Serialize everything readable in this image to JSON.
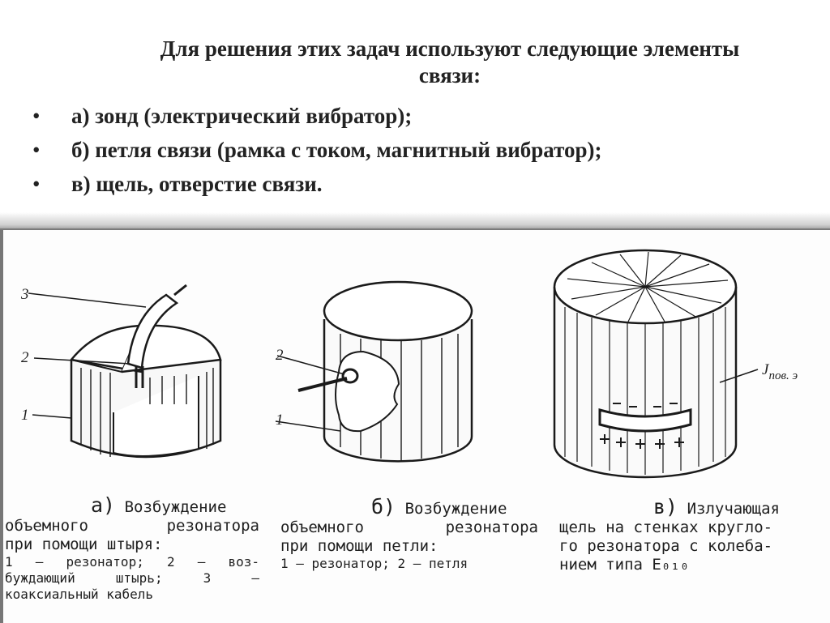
{
  "slide": {
    "heading": "Для решения этих задач используют следующие элементы связи:",
    "bullets": [
      "а) зонд (электрический вибратор);",
      "б) петля связи (рамка с током, магнитный вибратор);",
      "в) щель, отверстие связи."
    ],
    "bullet_symbol": "•"
  },
  "figure": {
    "a": {
      "labels": [
        "3",
        "2",
        "1"
      ],
      "caption_letter": "а)",
      "caption_head": "Возбуждение",
      "caption_line2_left": "объемного",
      "caption_line2_right": "резонатора",
      "caption_line3": "при помощи штыря:",
      "legend_line1": "1 — резонатор; 2 — воз-",
      "legend_line2": "буждающий штырь; 3 —",
      "legend_line3": "коаксиальный кабель"
    },
    "b": {
      "labels": [
        "2",
        "1"
      ],
      "caption_letter": "б)",
      "caption_head": "Возбуждение",
      "caption_line2_left": "объемного",
      "caption_line2_right": "резонатора",
      "caption_line3": "при помощи петли:",
      "legend_line1": "1 — резонатор; 2 — петля"
    },
    "c": {
      "label_current": "J",
      "label_current_sub": "пов. э",
      "caption_letter": "в)",
      "caption_head": "Излучающая",
      "caption_line2": "щель на стенках кругло-",
      "caption_line3": "го резонатора с колеба-",
      "caption_line4": "нием типа E₀₁₀"
    }
  }
}
